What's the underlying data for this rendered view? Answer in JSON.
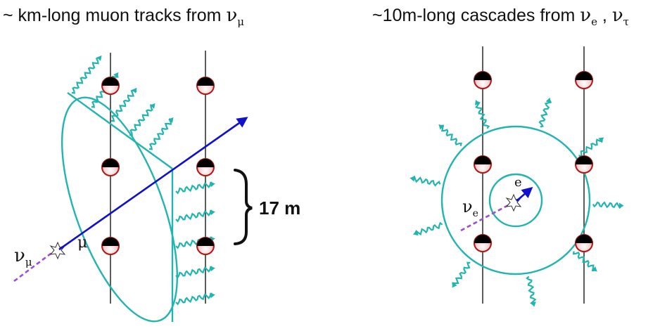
{
  "left": {
    "title_main": "~ km-long muon tracks from ",
    "title_nu": "ν",
    "title_sub": "μ",
    "nu_label": "ν",
    "nu_sub": "μ",
    "mu_label": "μ",
    "spacing_label": "17 m"
  },
  "right": {
    "title_main": "~10m-long cascades from ",
    "title_nu1": "ν",
    "title_sub1": "e",
    "title_sep": " , ",
    "title_nu2": "ν",
    "title_sub2": "τ",
    "nu_label": "ν",
    "nu_sub": "e",
    "e_label": "e"
  },
  "colors": {
    "track": "#1111cc",
    "light": "#22b5b0",
    "neutrino": "#9b4fd6",
    "string": "#333333",
    "sensor_rim": "#b01818",
    "sensor_top": "#000000"
  }
}
